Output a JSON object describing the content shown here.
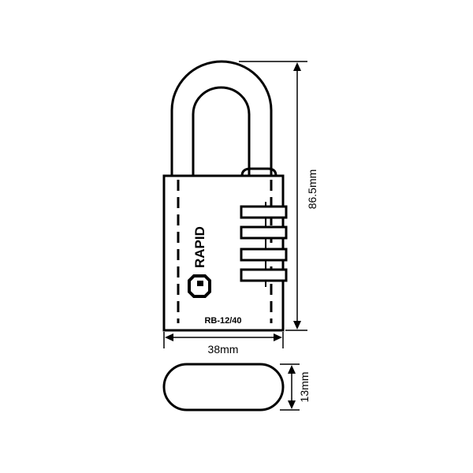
{
  "brand": "RAPID",
  "model": "RB-12/40",
  "dimensions": {
    "height": "86.5mm",
    "width": "38mm",
    "depth": "13mm"
  },
  "colors": {
    "stroke": "#000000",
    "background": "#ffffff"
  }
}
